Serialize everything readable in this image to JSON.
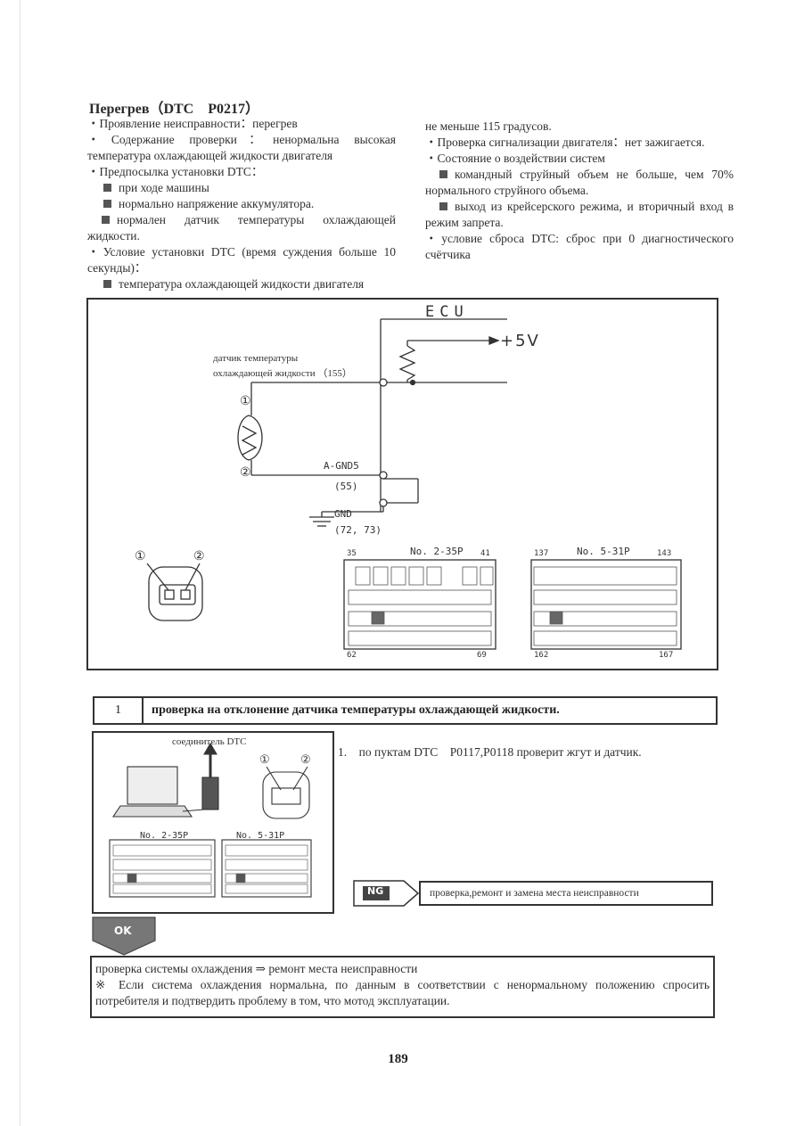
{
  "title": "Перегрев（DTC　P0217）",
  "left_column": [
    "・Проявление неисправности：перегрев",
    "・Содержание проверки：ненормальна высокая температура охлаждающей жидкости двигателя",
    "・Предпосылка установки DTC：",
    "при ходе машины",
    "нормально напряжение аккумулятора.",
    "нормален датчик температуры охлаждающей жидкости.",
    "・Условие установки DTC (время суждения больше 10 секунды)：",
    "температура охлаждающей жидкости двигателя"
  ],
  "right_column": [
    "не меньше 115 градусов.",
    "・Проверка сигнализации двигателя：нет зажигается.",
    "・Состояние о воздействии систем",
    "командный струйный объем не больше, чем 70% нормального струйного объема.",
    "выход из крейсерского режима, и вторичный вход в режим запрета.",
    "・условие сброса DTC: сброс при 0 диагностического счётчика"
  ],
  "diagram": {
    "ecu_label": "ECU",
    "plus5v": "+5V",
    "sensor_label_1": "датчик температуры",
    "sensor_label_2": "охлаждающей жидкости （155）",
    "pin1": "①",
    "pin2": "②",
    "agnd_label": "A-GND5",
    "agnd_pin": "(55)",
    "gnd_label": "GND",
    "gnd_pins": "(72, 73)",
    "connector_a": {
      "name": "No. 2-35P",
      "pin_tl": "35",
      "pin_tr": "41",
      "pin_bl": "62",
      "pin_br": "69"
    },
    "connector_b": {
      "name": "No. 5-31P",
      "pin_tl": "137",
      "pin_tr": "143",
      "pin_bl": "162",
      "pin_br": "167"
    },
    "legend_1": "①",
    "legend_2": "②"
  },
  "step": {
    "number": "1",
    "title": "проверка на отклонение датчика температуры охлаждающей жидкости.",
    "inset_title": "соединитель DTC",
    "inset_conn_a": "No. 2-35P",
    "inset_conn_b": "No. 5-31P",
    "inset_pin1": "①",
    "inset_pin2": "②",
    "instruction": "1.　по пуктам DTC　P0117,P0118 проверит жгут и датчик.",
    "ng_label": "NG",
    "ng_text": "проверка,ремонт и замена места неисправности",
    "ok_label": "OK"
  },
  "final": {
    "line1": "проверка системы охлаждения ⇒ ремонт места неисправности",
    "line2": "※ Если система охлаждения нормальна, по данным в соответствии с ненормальному положению спросить потребителя и подтвердить проблему в том, что мотод эксплуатации."
  },
  "page_number": "189"
}
